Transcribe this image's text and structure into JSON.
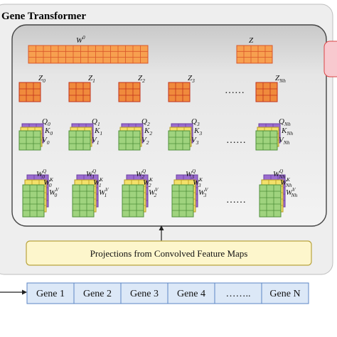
{
  "diagram": {
    "title": "Gene Transformer",
    "w0": {
      "base": "W",
      "sup": "0"
    },
    "z_top": {
      "base": "Z"
    },
    "z_heads": [
      {
        "base": "Z",
        "sub": "0"
      },
      {
        "base": "Z",
        "sub": "1"
      },
      {
        "base": "Z",
        "sub": "2"
      },
      {
        "base": "Z",
        "sub": "3"
      },
      {
        "base": "Z",
        "sub": "Nh"
      }
    ],
    "qkv_heads": [
      {
        "q": "0",
        "k": "0",
        "v": "0"
      },
      {
        "q": "1",
        "k": "1",
        "v": "1"
      },
      {
        "q": "2",
        "k": "2",
        "v": "2"
      },
      {
        "q": "3",
        "k": "3",
        "v": "3"
      },
      {
        "q": "Nh",
        "k": "Nh",
        "v": "Nh"
      }
    ],
    "weight_heads": [
      {
        "sub": "0"
      },
      {
        "sub": "1"
      },
      {
        "sub": "2"
      },
      {
        "sub": "3"
      },
      {
        "sub": "Nh"
      }
    ],
    "letters": {
      "q": "Q",
      "k": "K",
      "v": "V",
      "w": "W"
    },
    "ellipsis": "……",
    "projection_label": "Projections from Convolved Feature Maps",
    "genes": [
      "Gene 1",
      "Gene 2",
      "Gene 3",
      "Gene 4",
      "……..",
      "Gene N"
    ],
    "colors": {
      "orange": "#f7a04f",
      "orange_grid": "#d9562a",
      "z_fill": "#f08a3c",
      "z_grid": "#c0301c",
      "purple": "#9b6ccf",
      "yellow": "#f3e06a",
      "green": "#9fd37e",
      "green_grid": "#4f8f3a",
      "panel": "#eeeeee",
      "inner_panel": "#dadada",
      "proj_box": "#fdf6cc",
      "proj_border": "#b9a43d",
      "gene_box": "#dce8f7",
      "gene_border": "#5b86c4",
      "pink": "#f8c9cf"
    }
  }
}
